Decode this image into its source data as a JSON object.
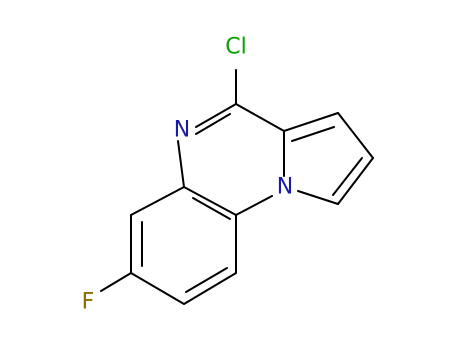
{
  "molecule": {
    "atoms": {
      "cl": {
        "symbol": "Cl",
        "color": "#0a9e00"
      },
      "n_ring": {
        "symbol": "N",
        "color": "#1a1aa6"
      },
      "n_bridge": {
        "symbol": "N",
        "color": "#1a1aa6"
      },
      "f": {
        "symbol": "F",
        "color": "#8a6d00"
      }
    },
    "bond_color": "#000000",
    "background": "#ffffff"
  }
}
